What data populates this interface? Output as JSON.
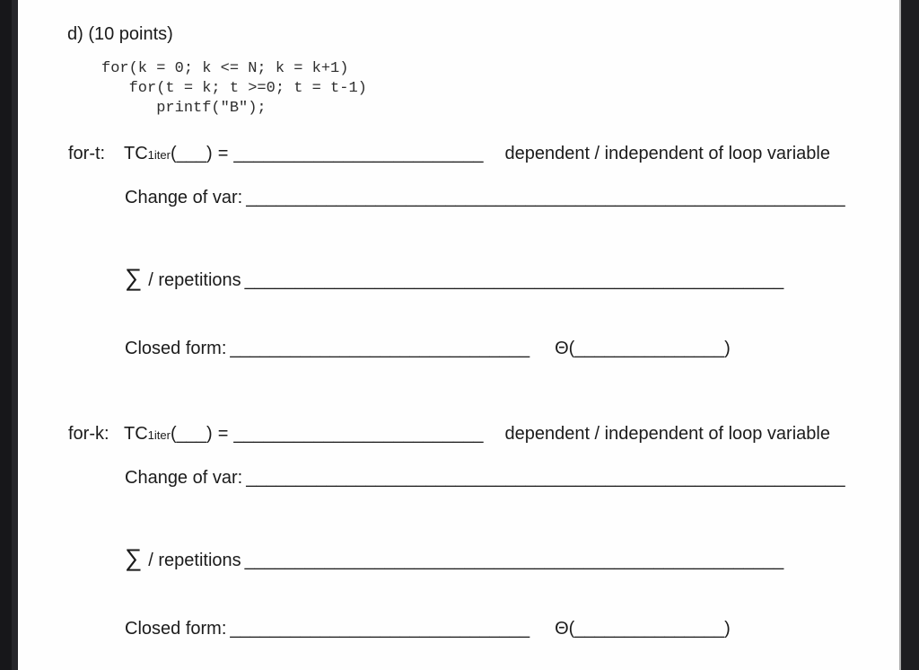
{
  "page": {
    "heading": "d) (10 points)",
    "code": {
      "lines": [
        "for(k = 0; k <= N; k = k+1)",
        "   for(t = k; t >=0; t = t-1)",
        "      printf(\"B\");"
      ]
    },
    "sections": [
      {
        "loop_label": "for-t:",
        "tc_text": "TC",
        "tc_sub": "1iter",
        "paren_open": "(",
        "arg_blank": "___",
        "paren_close": ")",
        "equals": "=",
        "value_blank": "_________________________",
        "dependence": "dependent / independent of loop variable",
        "change_label": "Change of var:",
        "change_blank": "____________________________________________________________",
        "sum_sigma": "∑",
        "sum_label": "/ repetitions",
        "sum_blank": "______________________________________________________",
        "closed_label": "Closed form:",
        "closed_blank": "______________________________",
        "theta_open": "Θ(",
        "theta_blank": "_______________",
        "theta_close": ")"
      },
      {
        "loop_label": "for-k:",
        "tc_text": "TC",
        "tc_sub": "1iter",
        "paren_open": "(",
        "arg_blank": "___",
        "paren_close": ")",
        "equals": "=",
        "value_blank": "_________________________",
        "dependence": "dependent / independent of loop variable",
        "change_label": "Change of var:",
        "change_blank": "____________________________________________________________",
        "sum_sigma": "∑",
        "sum_label": "/ repetitions",
        "sum_blank": "______________________________________________________",
        "closed_label": "Closed form:",
        "closed_blank": "______________________________",
        "theta_open": "Θ(",
        "theta_blank": "_______________",
        "theta_close": ")"
      }
    ]
  }
}
